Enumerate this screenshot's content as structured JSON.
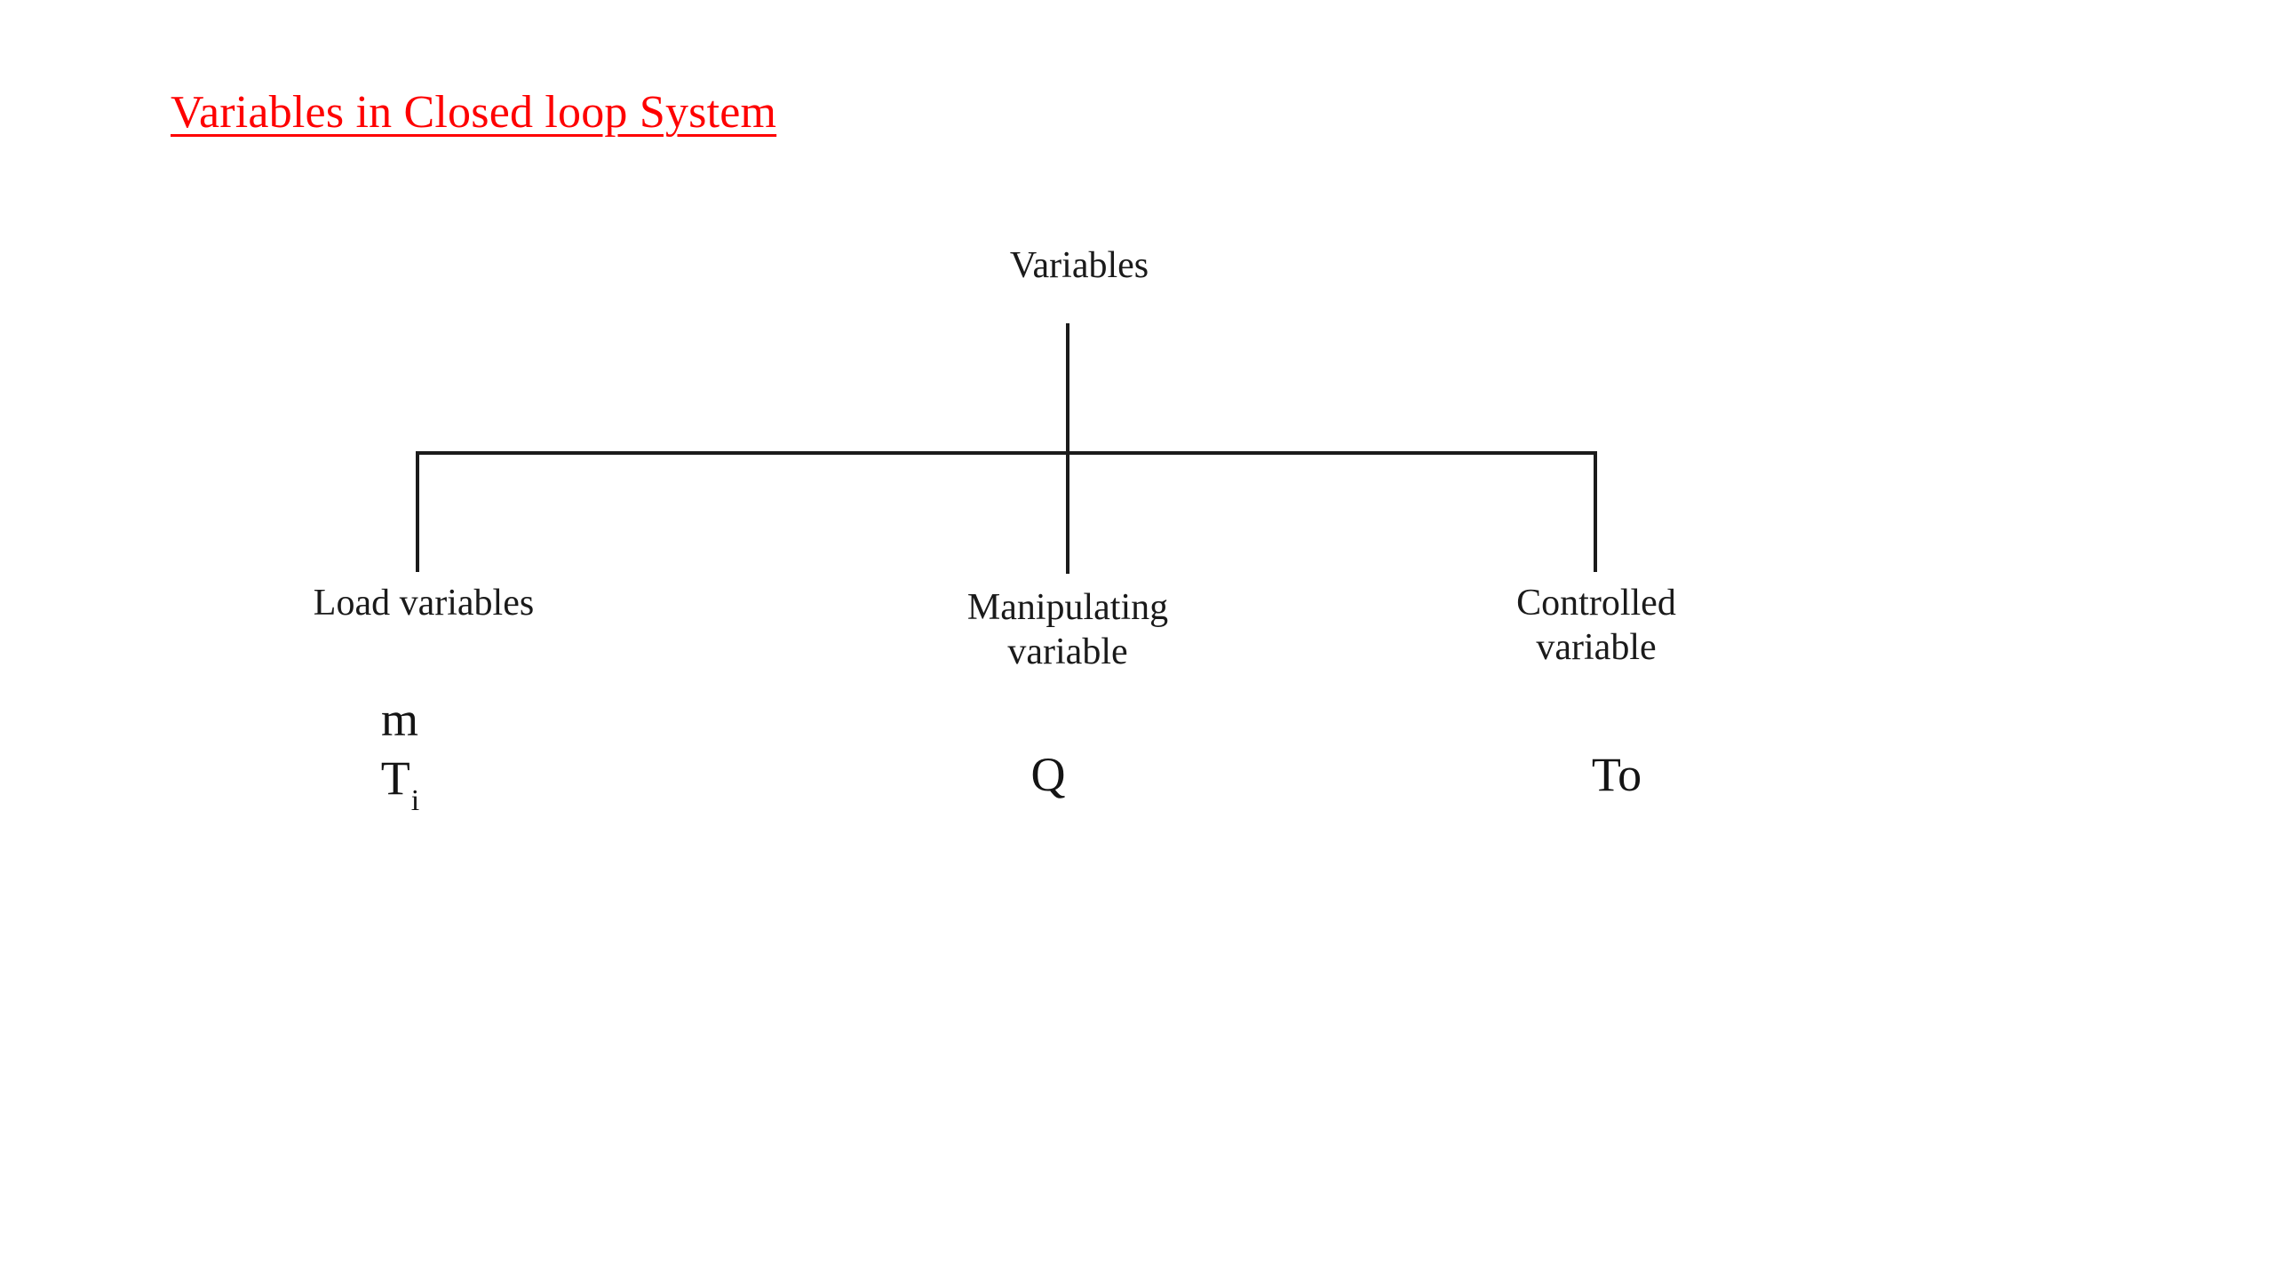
{
  "slide": {
    "title": "Variables in Closed loop System",
    "title_color": "#fe0000",
    "background_color": "#ffffff",
    "text_color": "#1a1a1a"
  },
  "diagram": {
    "type": "tree",
    "root": {
      "label": "Variables"
    },
    "branches": [
      {
        "id": "load",
        "label": "Load variables",
        "label_line1": "Load variables",
        "label_line2": "",
        "items": [
          "m",
          "T"
        ],
        "items_display": "m / T with subscript i",
        "item_subscripts": [
          "",
          "i"
        ]
      },
      {
        "id": "manipulating",
        "label": "Manipulating variable",
        "label_line1": "Manipulating",
        "label_line2": "variable",
        "items": [
          "Q"
        ],
        "items_display": "Q",
        "item_subscripts": [
          ""
        ]
      },
      {
        "id": "controlled",
        "label": "Controlled variable",
        "label_line1": "Controlled",
        "label_line2": "variable",
        "items": [
          "To"
        ],
        "items_display": "To",
        "item_subscripts": [
          ""
        ]
      }
    ],
    "connector_color": "#1b1b1b"
  }
}
